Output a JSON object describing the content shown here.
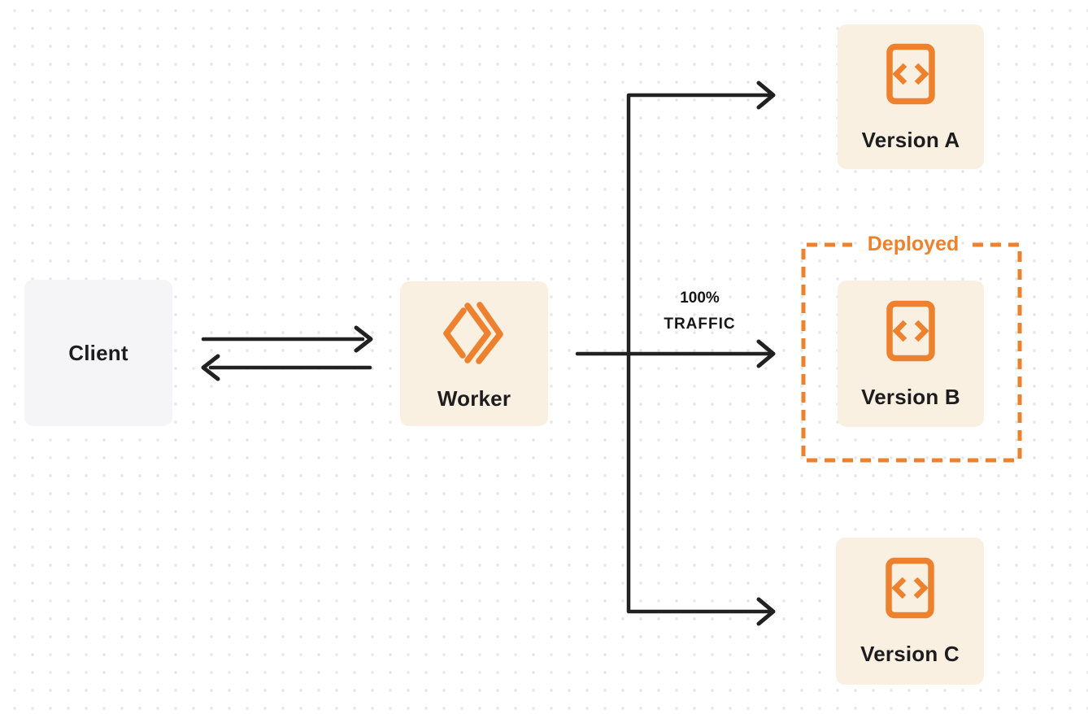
{
  "diagram": {
    "nodes": {
      "client": {
        "label": "Client"
      },
      "worker": {
        "label": "Worker",
        "icon": "workers-chevrons-icon"
      },
      "version_a": {
        "label": "Version A",
        "icon": "code-file-icon"
      },
      "version_b": {
        "label": "Version B",
        "icon": "code-file-icon"
      },
      "version_c": {
        "label": "Version C",
        "icon": "code-file-icon"
      }
    },
    "annotations": {
      "deployed_label": "Deployed",
      "traffic_line1": "100%",
      "traffic_line2": "TRAFFIC"
    },
    "edges": [
      {
        "from": "client",
        "to": "worker"
      },
      {
        "from": "worker",
        "to": "client"
      },
      {
        "from": "worker",
        "to": "version_a"
      },
      {
        "from": "worker",
        "to": "version_b",
        "label": "100% TRAFFIC"
      },
      {
        "from": "worker",
        "to": "version_c"
      }
    ],
    "colors": {
      "accent_orange": "#EE812D",
      "node_cream": "#FAF0E2",
      "node_gray": "#F5F5F7",
      "line_dark": "#212121",
      "dot_grid": "#E6E6E6"
    }
  }
}
